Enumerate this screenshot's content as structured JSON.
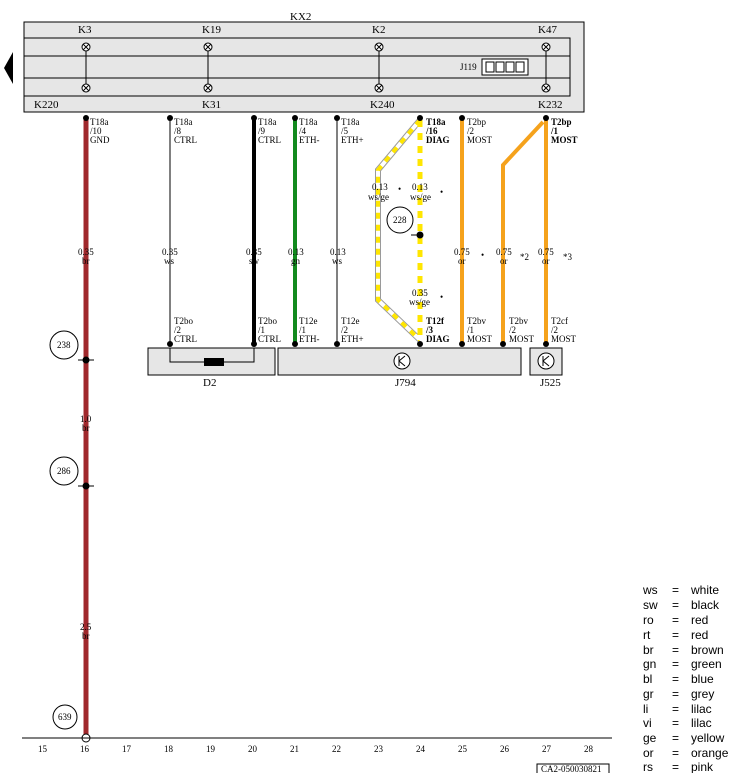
{
  "header": {
    "kx": "KX2",
    "top_pins": [
      "K3",
      "K19",
      "K2",
      "K47"
    ],
    "bottom_pins": [
      "K220",
      "K31",
      "K240",
      "K232"
    ],
    "j119": "J119"
  },
  "wires": [
    {
      "conn": "T18a",
      "pin": "/10",
      "signal": "GND",
      "gauge": "0.35",
      "color": "br",
      "hex": "#a0282c"
    },
    {
      "conn": "T18a",
      "pin": "/8",
      "signal": "CTRL",
      "gauge": "0.35",
      "color": "ws",
      "hex": "#ffffff"
    },
    {
      "conn": "T18a",
      "pin": "/9",
      "signal": "CTRL",
      "gauge": "0.35",
      "color": "sw",
      "hex": "#000000"
    },
    {
      "conn": "T18a",
      "pin": "/4",
      "signal": "ETH-",
      "gauge": "0.13",
      "color": "gn",
      "hex": "#128a1e"
    },
    {
      "conn": "T18a",
      "pin": "/5",
      "signal": "ETH+",
      "gauge": "0.13",
      "color": "ws",
      "hex": "#ffffff"
    },
    {
      "conn": "T18a",
      "pin": "/16",
      "signal": "DIAG",
      "gauge": "0.13",
      "color": "ws/ge",
      "hex": "#ffe600"
    },
    {
      "conn": "T2bp",
      "pin": "/2",
      "signal": "MOST",
      "gauge": "0.75",
      "color": "or",
      "hex": "#f5a21c"
    },
    {
      "conn": "T2bp",
      "pin": "/1",
      "signal": "MOST",
      "gauge": "0.75",
      "color": "or",
      "hex": "#f5a21c"
    }
  ],
  "diag_extra": {
    "gauge_a": "0.13",
    "color_a": "ws/ge",
    "gauge_b": "0.35",
    "color_b": "ws/ge"
  },
  "middle_labels": {
    "or_left": "0.75",
    "or_left_c": "or",
    "or_mid": "0.75",
    "or_mid_c": "or",
    "note2": "*2",
    "note3": "*3"
  },
  "bottom_conns": [
    {
      "conn": "T2bo",
      "pin": "/2",
      "signal": "CTRL"
    },
    {
      "conn": "T2bo",
      "pin": "/1",
      "signal": "CTRL"
    },
    {
      "conn": "T12e",
      "pin": "/1",
      "signal": "ETH-"
    },
    {
      "conn": "T12e",
      "pin": "/2",
      "signal": "ETH+"
    },
    {
      "conn": "T12f",
      "pin": "/3",
      "signal": "DIAG"
    },
    {
      "conn": "T2bv",
      "pin": "/1",
      "signal": "MOST"
    },
    {
      "conn": "T2bv",
      "pin": "/2",
      "signal": "MOST"
    },
    {
      "conn": "T2cf",
      "pin": "/2",
      "signal": "MOST"
    }
  ],
  "components": {
    "d2": "D2",
    "j794": "J794",
    "j525": "J525"
  },
  "refs": {
    "r228": "228",
    "r238": "238",
    "r286": "286",
    "r639": "639"
  },
  "brown_segments": [
    {
      "gauge": "1.0",
      "color": "br"
    },
    {
      "gauge": "2.5",
      "color": "br"
    }
  ],
  "ruler": [
    "15",
    "16",
    "17",
    "18",
    "19",
    "20",
    "21",
    "22",
    "23",
    "24",
    "25",
    "26",
    "27",
    "28"
  ],
  "doc_code": "CA2-050030821",
  "legend": [
    {
      "code": "ws",
      "eq": "=",
      "name": "white"
    },
    {
      "code": "sw",
      "eq": "=",
      "name": "black"
    },
    {
      "code": "ro",
      "eq": "=",
      "name": "red"
    },
    {
      "code": "rt",
      "eq": "=",
      "name": "red"
    },
    {
      "code": "br",
      "eq": "=",
      "name": "brown"
    },
    {
      "code": "gn",
      "eq": "=",
      "name": "green"
    },
    {
      "code": "bl",
      "eq": "=",
      "name": "blue"
    },
    {
      "code": "gr",
      "eq": "=",
      "name": "grey"
    },
    {
      "code": "li",
      "eq": "=",
      "name": "lilac"
    },
    {
      "code": "vi",
      "eq": "=",
      "name": "lilac"
    },
    {
      "code": "ge",
      "eq": "=",
      "name": "yellow"
    },
    {
      "code": "or",
      "eq": "=",
      "name": "orange"
    },
    {
      "code": "rs",
      "eq": "=",
      "name": "pink"
    }
  ]
}
